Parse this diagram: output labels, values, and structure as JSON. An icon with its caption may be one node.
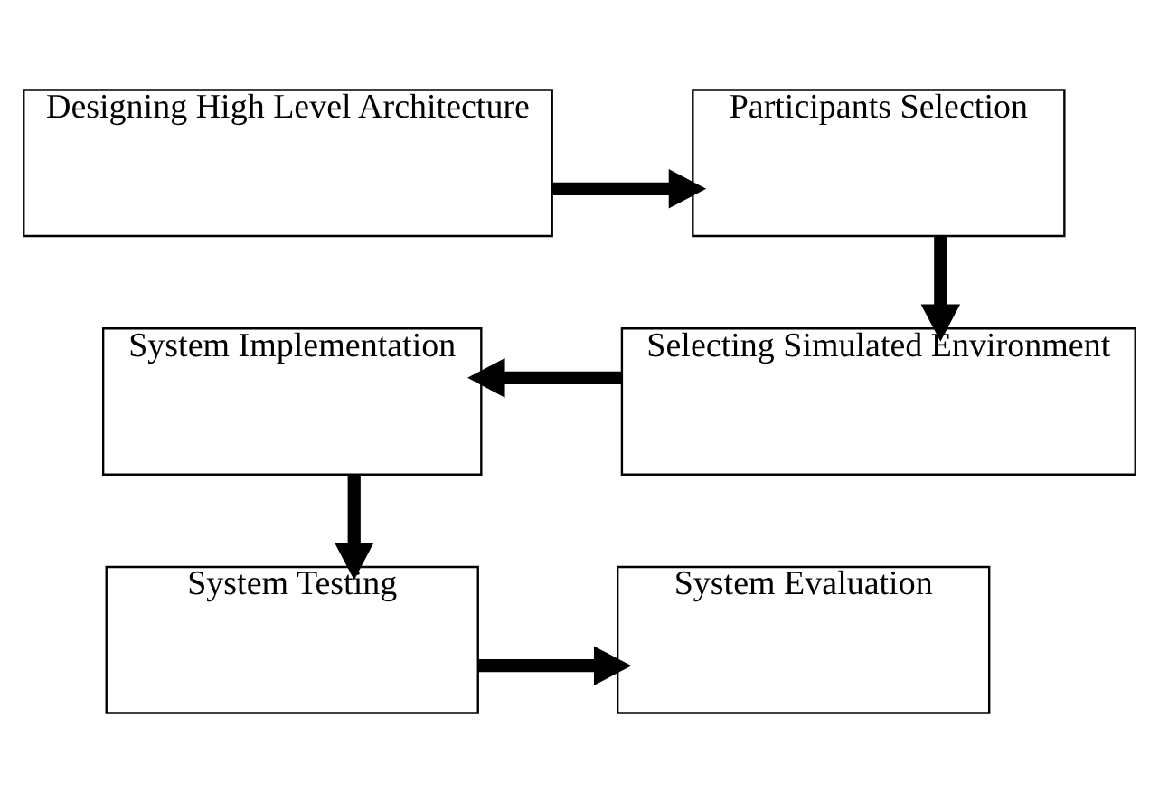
{
  "diagram": {
    "nodes": [
      {
        "text": [
          "Designing High Level Architecture"
        ]
      },
      {
        "text": [
          "Participants Selection"
        ]
      },
      {
        "text": [
          "Selecting Simulated Environment"
        ]
      },
      {
        "text": [
          "System Implementation"
        ]
      },
      {
        "text": [
          "System Testing"
        ]
      },
      {
        "text": [
          "System Evaluation"
        ]
      }
    ],
    "edges": [
      {
        "from": 0,
        "to": 1,
        "arrow": "to"
      },
      {
        "from": 1,
        "to": 2,
        "arrow": "to"
      },
      {
        "from": 2,
        "to": 3,
        "arrow": "to"
      },
      {
        "from": 3,
        "to": 4,
        "arrow": "to"
      },
      {
        "from": 4,
        "to": 5,
        "arrow": "to"
      }
    ]
  }
}
